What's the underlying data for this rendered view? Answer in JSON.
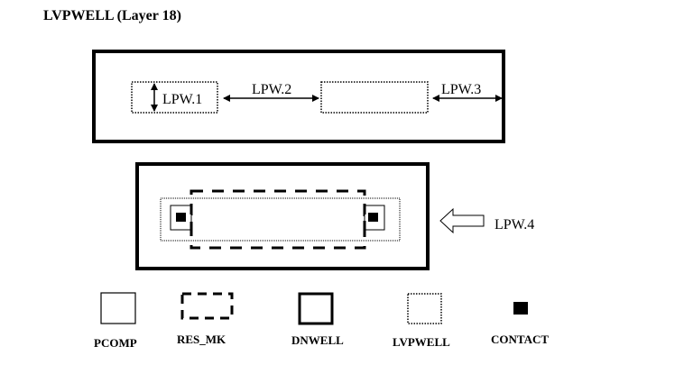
{
  "title": "LVPWELL (Layer 18)",
  "rules": {
    "lpw1": "LPW.1",
    "lpw2": "LPW.2",
    "lpw3": "LPW.3",
    "lpw4": "LPW.4"
  },
  "legend": [
    {
      "label": "PCOMP",
      "style": "thin-solid"
    },
    {
      "label": "RES_MK",
      "style": "dashed"
    },
    {
      "label": "DNWELL",
      "style": "thick-solid"
    },
    {
      "label": "LVPWELL",
      "style": "dotted"
    },
    {
      "label": "CONTACT",
      "style": "filled"
    }
  ]
}
